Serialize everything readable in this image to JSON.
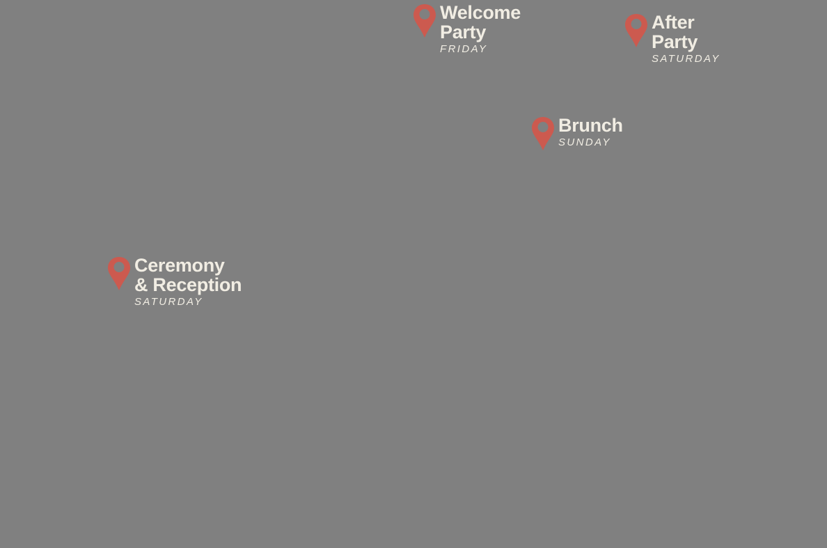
{
  "map": {
    "background_color": "#808080",
    "pin_color": "#cc5a4f",
    "text_color": "#f1ede3"
  },
  "markers": [
    {
      "id": "welcome-party",
      "title_lines": [
        "Welcome",
        "Party"
      ],
      "day": "FRIDAY",
      "icon": "map-pin-icon"
    },
    {
      "id": "after-party",
      "title_lines": [
        "After",
        "Party"
      ],
      "day": "SATURDAY",
      "icon": "map-pin-icon"
    },
    {
      "id": "brunch",
      "title_lines": [
        "Brunch"
      ],
      "day": "SUNDAY",
      "icon": "map-pin-icon"
    },
    {
      "id": "ceremony-reception",
      "title_lines": [
        "Ceremony",
        "& Reception"
      ],
      "day": "SATURDAY",
      "icon": "map-pin-icon"
    }
  ]
}
